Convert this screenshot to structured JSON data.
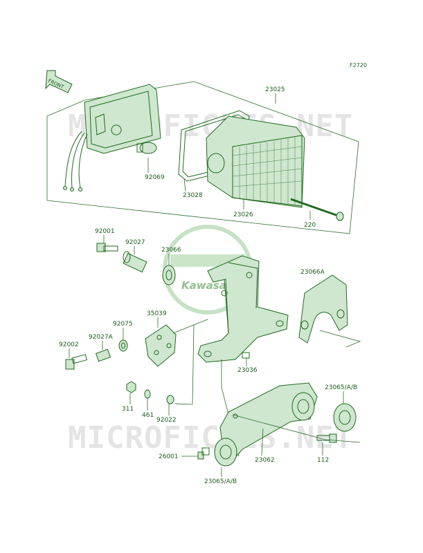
{
  "figure_ref": "F2720",
  "front_arrow_label": "FRONT",
  "watermark_text": "MICROFICHES.NET",
  "logo_text": "Kawasaki",
  "colors": {
    "line": "#1f6a1f",
    "label": "#1a5c1a",
    "fill": "#cfe6cf",
    "watermark": "#e4e4e4"
  },
  "part_labels": {
    "p23025": "23025",
    "p92069": "92069",
    "p23028": "23028",
    "p23026": "23026",
    "p220": "220",
    "p92001": "92001",
    "p92027": "92027",
    "p23066": "23066",
    "p23066A": "23066A",
    "p35039": "35039",
    "p92075": "92075",
    "p92027A": "92027A",
    "p92002": "92002",
    "p23036": "23036",
    "p311": "311",
    "p461": "461",
    "p92022": "92022",
    "p23065AB_top": "23065/A/B",
    "p112": "112",
    "p26001": "26001",
    "p23062": "23062",
    "p23065AB_bottom": "23065/A/B"
  }
}
